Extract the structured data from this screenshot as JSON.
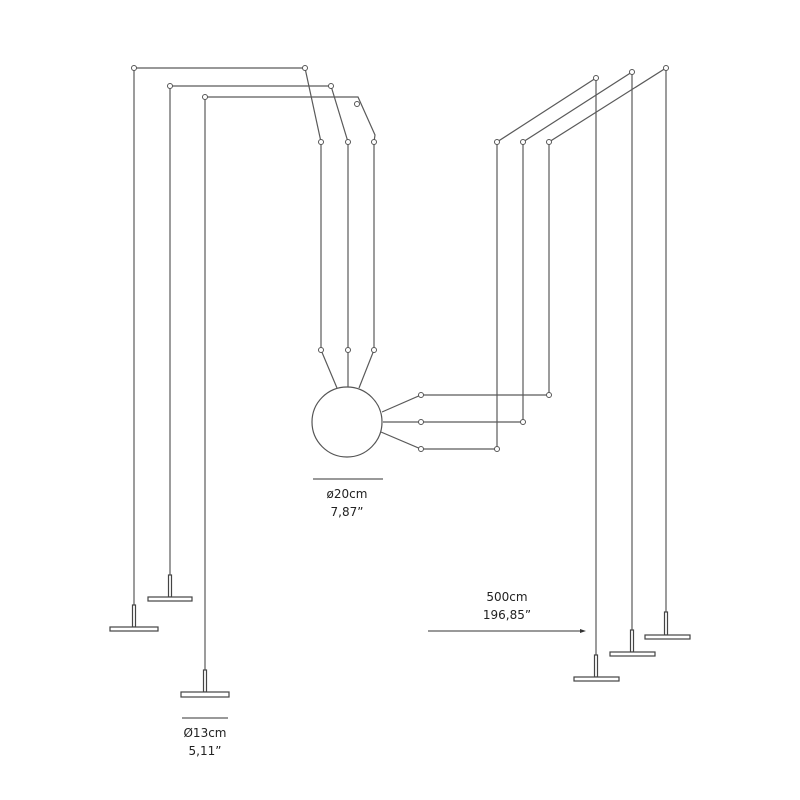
{
  "dimensions": {
    "sphere_diameter_cm": "ø20cm",
    "sphere_diameter_in": "7,87”",
    "disc_diameter_cm": "Ø13cm",
    "disc_diameter_in": "5,11”",
    "cable_length_cm": "500cm",
    "cable_length_in": "196,85”"
  },
  "colors": {
    "line": "#5a5a5a",
    "text": "#222222"
  }
}
